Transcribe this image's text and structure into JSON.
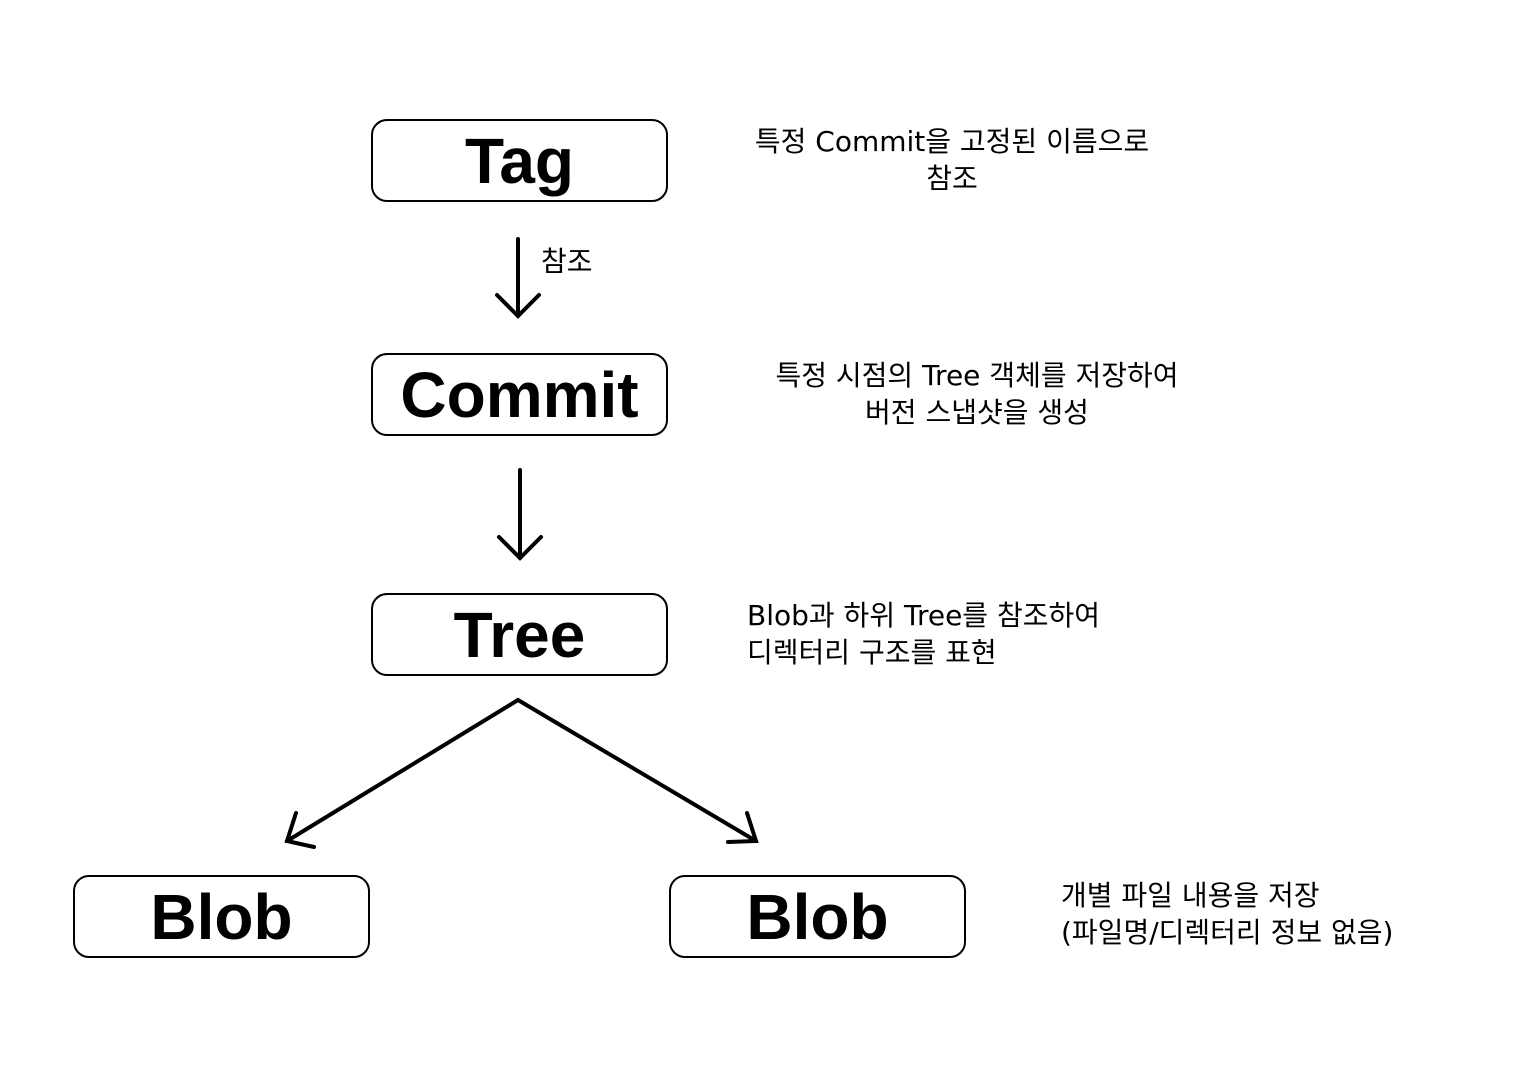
{
  "nodes": {
    "tag": "Tag",
    "commit": "Commit",
    "tree": "Tree",
    "blob_left": "Blob",
    "blob_right": "Blob"
  },
  "descriptions": {
    "tag": [
      "특정 Commit을 고정된 이름으로",
      "참조"
    ],
    "commit": [
      "특정 시점의 Tree 객체를 저장하여",
      "버전 스냅샷을 생성"
    ],
    "tree": [
      "Blob과 하위 Tree를 참조하여",
      "디렉터리 구조를 표현"
    ],
    "blob": [
      "개별 파일 내용을 저장",
      "(파일명/디렉터리 정보 없음)"
    ]
  },
  "edges": {
    "tag_to_commit_label": "참조"
  }
}
